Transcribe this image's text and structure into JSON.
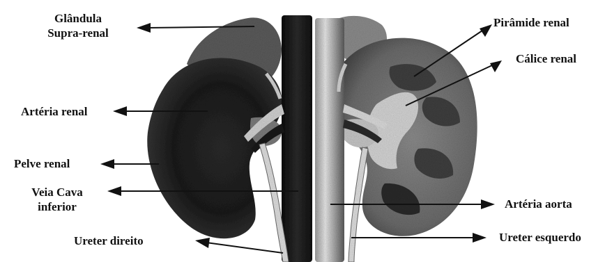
{
  "labels": {
    "glandula_supra_renal": {
      "line1": "Glândula",
      "line2": "Supra-renal"
    },
    "artery_renal": "Artéria renal",
    "pelve_renal": "Pelve renal",
    "veia_cava": {
      "line1": "Veia Cava",
      "line2": "inferior"
    },
    "ureter_direito": "Ureter direito",
    "piramide_renal": "Pirâmide renal",
    "calice_renal": "Cálice renal",
    "arteria_aorta": "Artéria aorta",
    "ureter_esquerdo": "Ureter esquerdo"
  },
  "colors": {
    "ink": "#111111",
    "tissue_dark": "#1c1c1c",
    "tissue_mid": "#6e6e6e",
    "tissue_light": "#b9b9b9",
    "background": "#ffffff"
  }
}
